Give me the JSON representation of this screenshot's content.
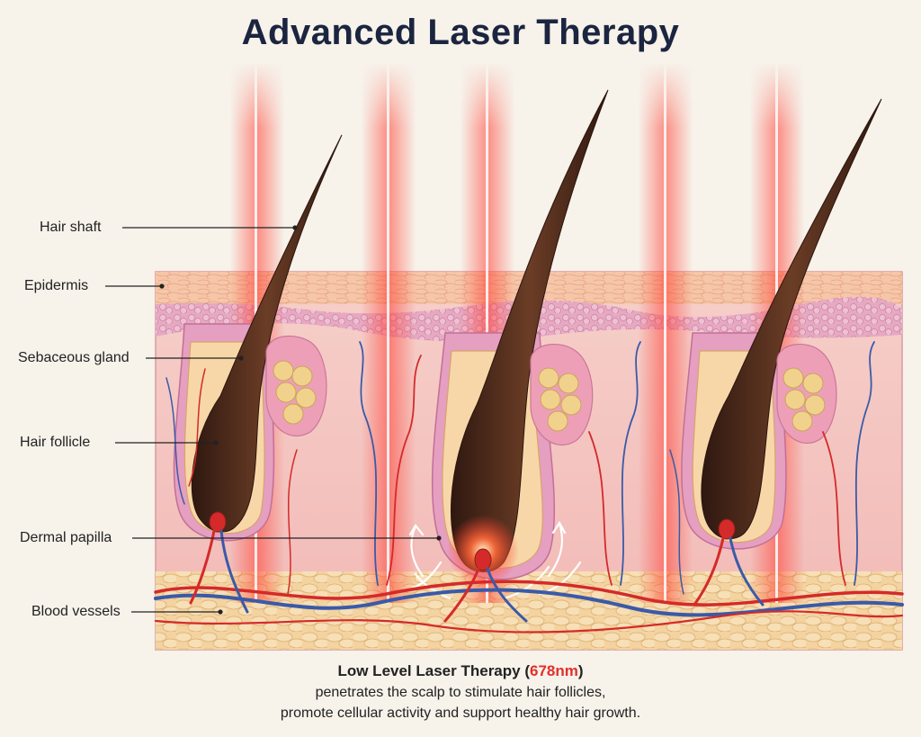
{
  "title": "Advanced Laser Therapy",
  "labels": {
    "hair_shaft": "Hair shaft",
    "epidermis": "Epidermis",
    "sebaceous_gland": "Sebaceous gland",
    "hair_follicle": "Hair follicle",
    "dermal_papilla": "Dermal papilla",
    "blood_vessels": "Blood vessels"
  },
  "caption": {
    "heading_prefix": "Low Level Laser Therapy (",
    "wavelength": "678nm",
    "heading_suffix": ")",
    "line1": "penetrates the scalp to stimulate hair follicles,",
    "line2": "promote cellular activity and support healthy hair growth."
  },
  "colors": {
    "laser": "#ff3b30",
    "hair": "#4a2a1c",
    "artery": "#d42a2a",
    "vein": "#3a5aa8",
    "gland": "#f1d28c",
    "dermis": "#f4c2c2",
    "title": "#1b2540"
  },
  "icons": [
    "laser-beam-icon",
    "hair-follicle-icon",
    "sebaceous-gland-icon",
    "blood-vessel-icon",
    "stimulation-arrow-icon"
  ]
}
